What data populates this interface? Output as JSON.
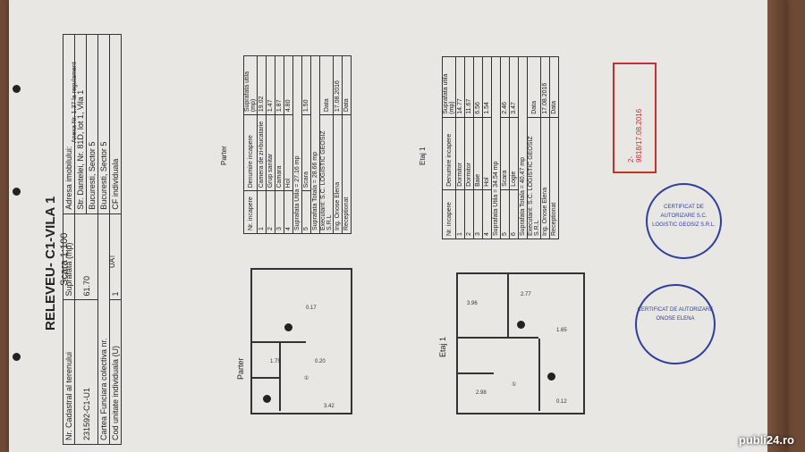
{
  "header": {
    "title": "RELEVEU- C1-VILA 1",
    "scale": "Scara 1:100",
    "annex": "Anexa Nr. 1.37 la regulament"
  },
  "cadastral": {
    "h_nr": "Nr. Cadastral al terenului",
    "h_surface": "Suprafata (mp)",
    "h_address": "Adresa imobilului:",
    "nr_value": "231592-C1-U1",
    "surface_value": "61.70",
    "address_value": "Str. Dantelei, Nr. 81D, lot 1, Vila 1",
    "address_city": "Bucuresti, Sector 5",
    "carte": "Cartea Funciara colectiva nr.",
    "uat_label": "UAT",
    "uat_value": "Bucuresti, Sector 5",
    "cod_label": "Cod unitate individuala (U)",
    "cod_value": "1",
    "cf_label": "CF individuala"
  },
  "plans": {
    "parter_title": "Parter",
    "etaj_title": "Etaj 1"
  },
  "parter_table": {
    "title": "Parter",
    "h_nr": "Nr. incapere",
    "h_name": "Denumire incapere",
    "h_area": "Suprafata utila (mp)",
    "rows": [
      {
        "nr": "1",
        "name": "Camera de zi+bucatarie",
        "area": "19.02"
      },
      {
        "nr": "2",
        "name": "Grup sanitar",
        "area": "1.47"
      },
      {
        "nr": "3",
        "name": "Camara",
        "area": "1.87"
      },
      {
        "nr": "4",
        "name": "Hol",
        "area": "4.80"
      }
    ],
    "utila": "Suprafata Utila = 27.16 mp",
    "row5": {
      "nr": "5",
      "name": "Scara",
      "area": "1.50"
    },
    "totala": "Suprafata Totala = 28.66 mp",
    "executant": "Executant: S.C. LOGISTIC GEOSIZ S.R.L",
    "ing": "Ing. Onose Elena",
    "receptionat": "Receptionat",
    "data_label": "Data",
    "data_value": "17.08.2016"
  },
  "etaj_table": {
    "title": "Etaj 1",
    "h_nr": "Nr. incapere",
    "h_name": "Denumire incapere",
    "h_area": "Suprafata utila (mp)",
    "rows": [
      {
        "nr": "1",
        "name": "Dormitor",
        "area": "14.77"
      },
      {
        "nr": "2",
        "name": "Dormitor",
        "area": "11.67"
      },
      {
        "nr": "3",
        "name": "Baie",
        "area": "6.56"
      },
      {
        "nr": "4",
        "name": "Hol",
        "area": "1.54"
      }
    ],
    "utila": "Suprafata Utila = 34.54 mp",
    "row5": {
      "nr": "5",
      "name": "Scara",
      "area": "2.46"
    },
    "row6": {
      "nr": "6",
      "name": "Logie",
      "area": "3.47"
    },
    "totala": "Suprafata Totala = 40.47 mp",
    "executant": "Executant: S.C. LOGISTIC GEOSIZ S.R.L",
    "ing": "Ing. Onose Elena",
    "receptionat": "Receptionat",
    "data_label": "Data",
    "data_value": "17.08.2016"
  },
  "stamps": {
    "stamp1": "CERTIFICAT DE AUTORIZARE S.C. LOGISTIC GEOSIZ S.R.L.",
    "stamp2": "CERTIFICAT DE AUTORIZARE ONOSE ELENA",
    "red": "2-9818/17.08.2016"
  },
  "watermark": "publi24.ro"
}
